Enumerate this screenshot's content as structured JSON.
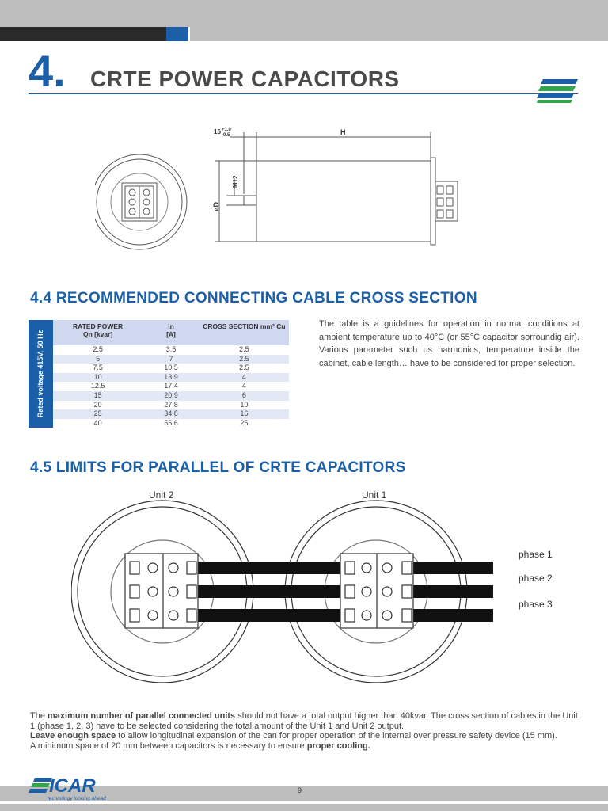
{
  "header": {
    "chapter_number": "4.",
    "chapter_title": "CRTE POWER CAPACITORS"
  },
  "drawing1": {
    "dim_top_left": "16",
    "dim_tol_plus": "+1.0",
    "dim_tol_minus": "-0.5",
    "dim_h": "H",
    "dim_m12": "M12",
    "dim_d": "øD"
  },
  "section44": {
    "title": "4.4 RECOMMENDED CONNECTING CABLE CROSS SECTION",
    "side_label": "Rated voltage 415V, 50 Hz",
    "table": {
      "headers": [
        {
          "line1": "RATED POWER",
          "line2": "Qn [kvar]"
        },
        {
          "line1": "In",
          "line2": "[A]"
        },
        {
          "line1": "CROSS SECTION mm² Cu",
          "line2": ""
        }
      ],
      "rows": [
        [
          "2.5",
          "3.5",
          "2.5"
        ],
        [
          "5",
          "7",
          "2.5"
        ],
        [
          "7.5",
          "10.5",
          "2.5"
        ],
        [
          "10",
          "13.9",
          "4"
        ],
        [
          "12.5",
          "17.4",
          "4"
        ],
        [
          "15",
          "20.9",
          "6"
        ],
        [
          "20",
          "27.8",
          "10"
        ],
        [
          "25",
          "34.8",
          "16"
        ],
        [
          "40",
          "55.6",
          "25"
        ]
      ]
    },
    "description": "The table is a guidelines for operation in normal conditions at ambient temperature up to 40°C (or 55°C capacitor sorroundig air). Various parameter such us harmonics, temperature inside the cabinet, cable length… have to be considered for proper selection."
  },
  "section45": {
    "title": "4.5 LIMITS FOR PARALLEL OF CRTE CAPACITORS",
    "unit2": "Unit 2",
    "unit1": "Unit 1",
    "phase1": "phase 1",
    "phase2": "phase 2",
    "phase3": "phase 3",
    "note_p1_a": "The ",
    "note_p1_b": "maximum number of parallel connected units",
    "note_p1_c": " should not have a total output higher than 40kvar. The cross section of cables in the Unit 1 (phase 1, 2, 3) have to be selected considering the total amount of the Unit 1 and Unit 2 output.",
    "note_p2_a": "Leave enough space",
    "note_p2_b": " to allow longitudinal expansion of the can for proper operation of the internal over pressure safety device (15 mm).",
    "note_p3_a": "A minimum space of 20 mm between capacitors is necessary to ensure ",
    "note_p3_b": "proper cooling."
  },
  "footer": {
    "logo_text": "ICAR",
    "logo_tagline": "technology looking ahead",
    "page_number": "9"
  },
  "colors": {
    "accent_blue": "#1a5fa8",
    "logo_green": "#2ea84a",
    "table_header": "#cfd8ee"
  }
}
